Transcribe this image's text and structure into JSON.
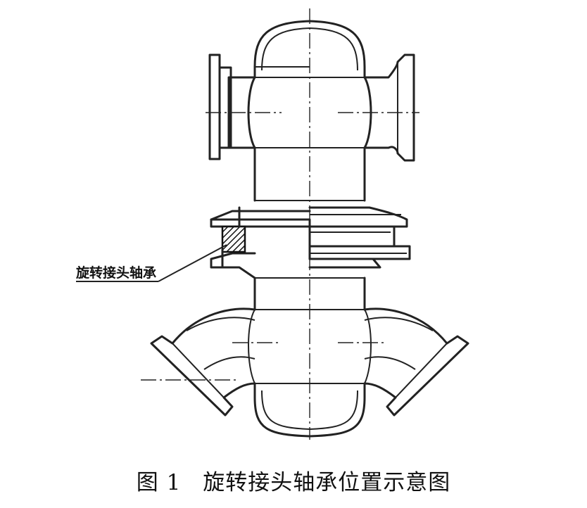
{
  "figure": {
    "number": "图 1",
    "title": "旋转接头轴承位置示意图"
  },
  "callout": {
    "label": "旋转接头轴承"
  }
}
